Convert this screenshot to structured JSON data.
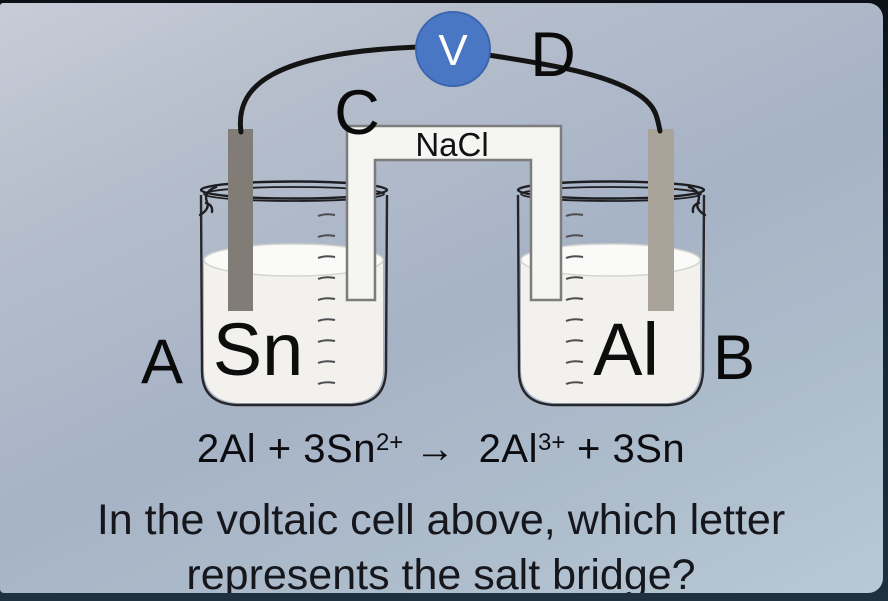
{
  "diagram": {
    "voltmeter_label": "V",
    "salt_bridge_label": "NaCl",
    "left_electrode_label": "Sn",
    "right_electrode_label": "Al",
    "label_a": "A",
    "label_b": "B",
    "label_c": "C",
    "label_d": "D",
    "colors": {
      "voltmeter": "#4a77c4",
      "voltmeter_edge": "#3c66b0",
      "wire": "#141414",
      "left_electrode": "#827c76",
      "right_electrode": "#a9a399",
      "liquid": "#f2f1ee",
      "liquid_surface": "#fafaf8",
      "salt_bridge": "#f5f5f3"
    }
  },
  "equation": {
    "t1": "2Al + 3Sn",
    "s1": "2+",
    "t2": " →  2Al",
    "s2": "3+",
    "t3": " + 3Sn"
  },
  "question": {
    "line1": "In the voltaic cell above, which letter",
    "line2": "represents the salt bridge?"
  }
}
